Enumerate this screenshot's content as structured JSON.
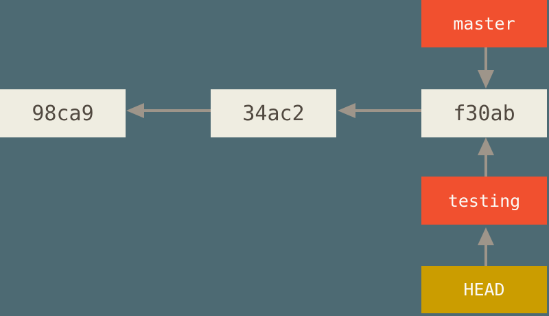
{
  "diagram": {
    "kind": "git-branch-diagram",
    "commits": [
      {
        "id": "98ca9"
      },
      {
        "id": "34ac2"
      },
      {
        "id": "f30ab"
      }
    ],
    "branches": [
      {
        "name": "master",
        "points_to": "f30ab"
      },
      {
        "name": "testing",
        "points_to": "f30ab"
      }
    ],
    "head": {
      "label": "HEAD",
      "points_to": "testing"
    },
    "edges": [
      {
        "from": "master",
        "to": "f30ab"
      },
      {
        "from": "f30ab",
        "to": "34ac2"
      },
      {
        "from": "34ac2",
        "to": "98ca9"
      },
      {
        "from": "testing",
        "to": "f30ab"
      },
      {
        "from": "HEAD",
        "to": "testing"
      }
    ],
    "colors": {
      "background": "#4d6a73",
      "commit_box": "#efede1",
      "commit_text": "#514940",
      "branch_box": "#f1502f",
      "head_box": "#cb9d00",
      "label_text": "#fbfaf6",
      "arrow": "#9e958a"
    }
  }
}
